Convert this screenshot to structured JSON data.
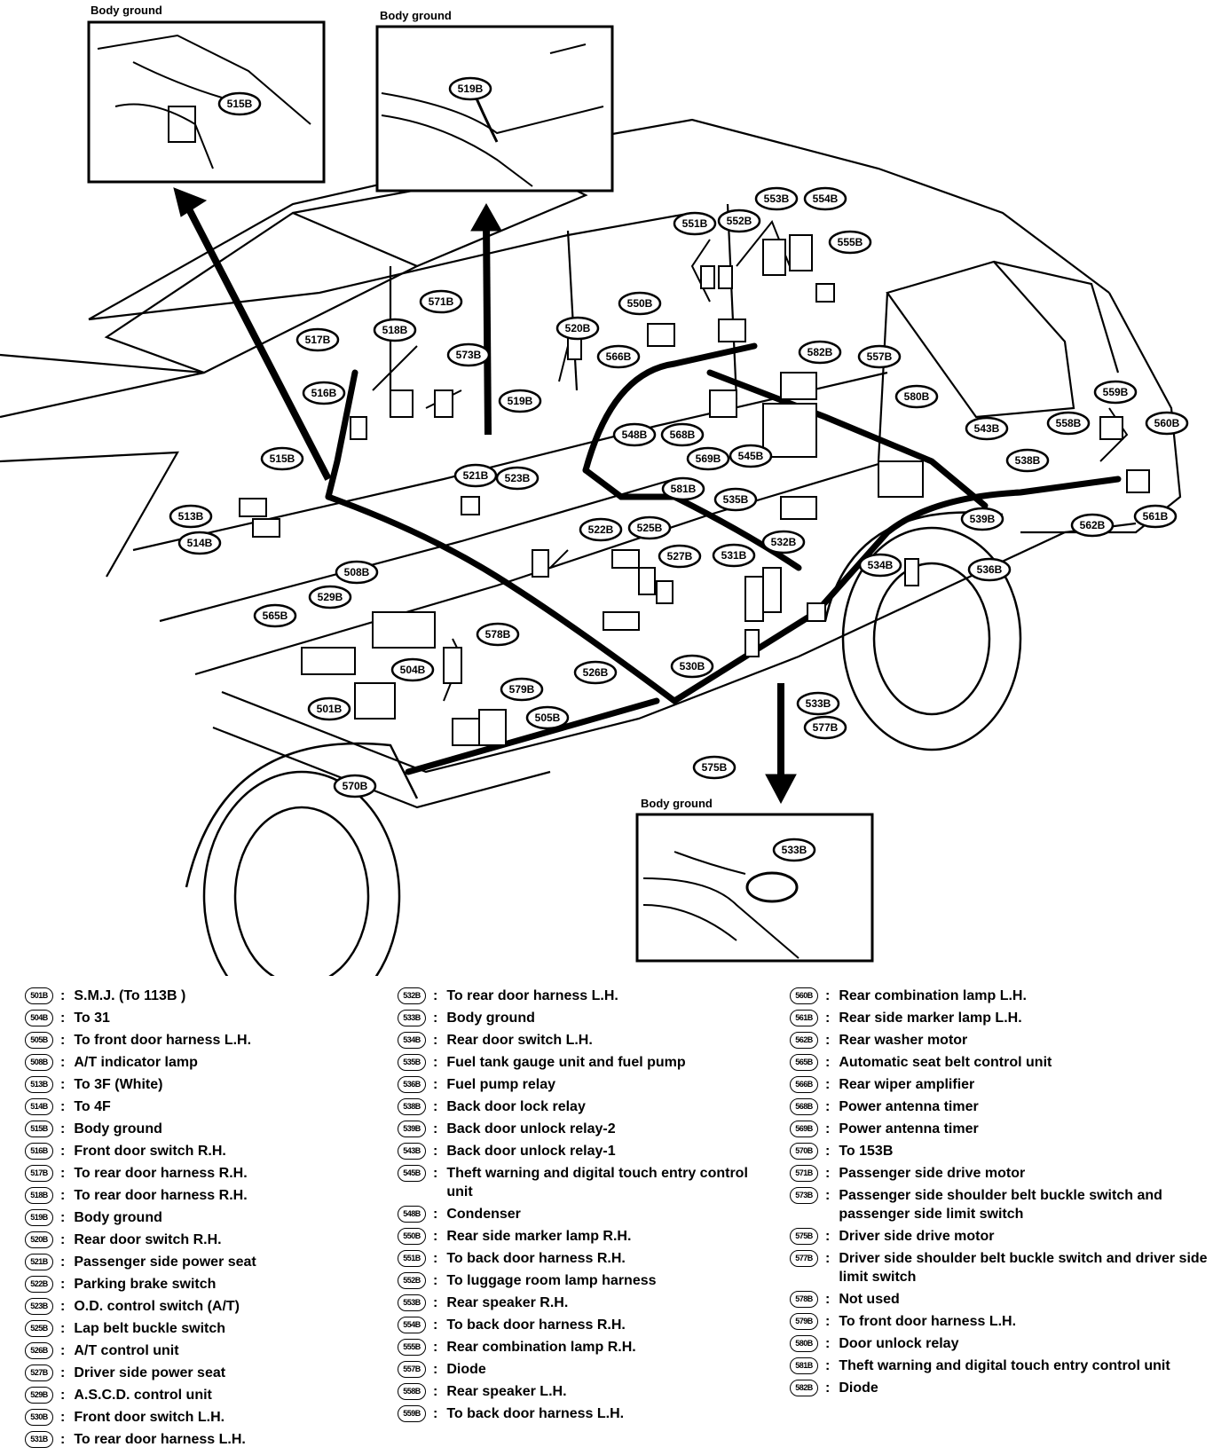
{
  "insets": [
    {
      "title": "Body ground",
      "connector": "515B"
    },
    {
      "title": "Body ground",
      "connector": "519B"
    },
    {
      "title": "Body ground",
      "connector": "533B"
    }
  ],
  "callouts": [
    "517B",
    "518B",
    "571B",
    "573B",
    "516B",
    "519B",
    "515B",
    "513B",
    "514B",
    "521B",
    "523B",
    "520B",
    "566B",
    "550B",
    "551B",
    "552B",
    "553B",
    "554B",
    "555B",
    "582B",
    "557B",
    "580B",
    "543B",
    "559B",
    "558B",
    "560B",
    "548B",
    "568B",
    "569B",
    "545B",
    "581B",
    "538B",
    "535B",
    "539B",
    "531B",
    "532B",
    "534B",
    "536B",
    "562B",
    "561B",
    "522B",
    "525B",
    "527B",
    "508B",
    "529B",
    "565B",
    "578B",
    "526B",
    "504B",
    "530B",
    "579B",
    "505B",
    "501B",
    "570B",
    "533B",
    "577B",
    "575B"
  ],
  "legend": {
    "col1": [
      {
        "code": "501B",
        "desc": "S.M.J. (To  113B )"
      },
      {
        "code": "504B",
        "desc": "To  31"
      },
      {
        "code": "505B",
        "desc": "To front door harness L.H."
      },
      {
        "code": "508B",
        "desc": "A/T indicator lamp"
      },
      {
        "code": "513B",
        "desc": "To  3F  (White)"
      },
      {
        "code": "514B",
        "desc": "To  4F"
      },
      {
        "code": "515B",
        "desc": "Body ground"
      },
      {
        "code": "516B",
        "desc": "Front door switch R.H."
      },
      {
        "code": "517B",
        "desc": "To rear door harness R.H."
      },
      {
        "code": "518B",
        "desc": "To rear door harness R.H."
      },
      {
        "code": "519B",
        "desc": "Body ground"
      },
      {
        "code": "520B",
        "desc": "Rear door switch R.H."
      },
      {
        "code": "521B",
        "desc": "Passenger side power seat"
      },
      {
        "code": "522B",
        "desc": "Parking brake switch"
      },
      {
        "code": "523B",
        "desc": "O.D. control switch (A/T)"
      },
      {
        "code": "525B",
        "desc": "Lap belt buckle switch"
      },
      {
        "code": "526B",
        "desc": "A/T control unit"
      },
      {
        "code": "527B",
        "desc": "Driver side power seat"
      },
      {
        "code": "529B",
        "desc": "A.S.C.D. control unit"
      },
      {
        "code": "530B",
        "desc": "Front door switch L.H."
      },
      {
        "code": "531B",
        "desc": "To rear door harness L.H."
      }
    ],
    "col2": [
      {
        "code": "532B",
        "desc": "To rear door harness L.H."
      },
      {
        "code": "533B",
        "desc": "Body ground"
      },
      {
        "code": "534B",
        "desc": "Rear door switch L.H."
      },
      {
        "code": "535B",
        "desc": "Fuel tank gauge unit and fuel pump"
      },
      {
        "code": "536B",
        "desc": "Fuel pump relay"
      },
      {
        "code": "538B",
        "desc": "Back door lock relay"
      },
      {
        "code": "539B",
        "desc": "Back door unlock relay-2"
      },
      {
        "code": "543B",
        "desc": "Back door unlock relay-1"
      },
      {
        "code": "545B",
        "desc": "Theft warning and digital touch entry control unit"
      },
      {
        "code": "548B",
        "desc": "Condenser"
      },
      {
        "code": "550B",
        "desc": "Rear side marker lamp R.H."
      },
      {
        "code": "551B",
        "desc": "To back door harness R.H."
      },
      {
        "code": "552B",
        "desc": "To luggage room lamp harness"
      },
      {
        "code": "553B",
        "desc": "Rear speaker R.H."
      },
      {
        "code": "554B",
        "desc": "To back door harness R.H."
      },
      {
        "code": "555B",
        "desc": "Rear combination lamp R.H."
      },
      {
        "code": "557B",
        "desc": "Diode"
      },
      {
        "code": "558B",
        "desc": "Rear speaker L.H."
      },
      {
        "code": "559B",
        "desc": "To back door harness L.H."
      }
    ],
    "col3": [
      {
        "code": "560B",
        "desc": "Rear combination lamp L.H."
      },
      {
        "code": "561B",
        "desc": "Rear side marker lamp L.H."
      },
      {
        "code": "562B",
        "desc": "Rear washer motor"
      },
      {
        "code": "565B",
        "desc": "Automatic seat belt control unit"
      },
      {
        "code": "566B",
        "desc": "Rear wiper amplifier"
      },
      {
        "code": "568B",
        "desc": "Power antenna timer"
      },
      {
        "code": "569B",
        "desc": "Power antenna timer"
      },
      {
        "code": "570B",
        "desc": "To  153B"
      },
      {
        "code": "571B",
        "desc": "Passenger side drive motor"
      },
      {
        "code": "573B",
        "desc": "Passenger side shoulder belt buckle switch and passenger side limit switch"
      },
      {
        "code": "575B",
        "desc": "Driver side drive motor"
      },
      {
        "code": "577B",
        "desc": "Driver side shoulder belt buckle switch and driver side limit switch"
      },
      {
        "code": "578B",
        "desc": "Not used"
      },
      {
        "code": "579B",
        "desc": "To front door harness L.H."
      },
      {
        "code": "580B",
        "desc": "Door unlock relay"
      },
      {
        "code": "581B",
        "desc": "Theft warning and digital touch entry control unit"
      },
      {
        "code": "582B",
        "desc": "Diode"
      }
    ]
  }
}
